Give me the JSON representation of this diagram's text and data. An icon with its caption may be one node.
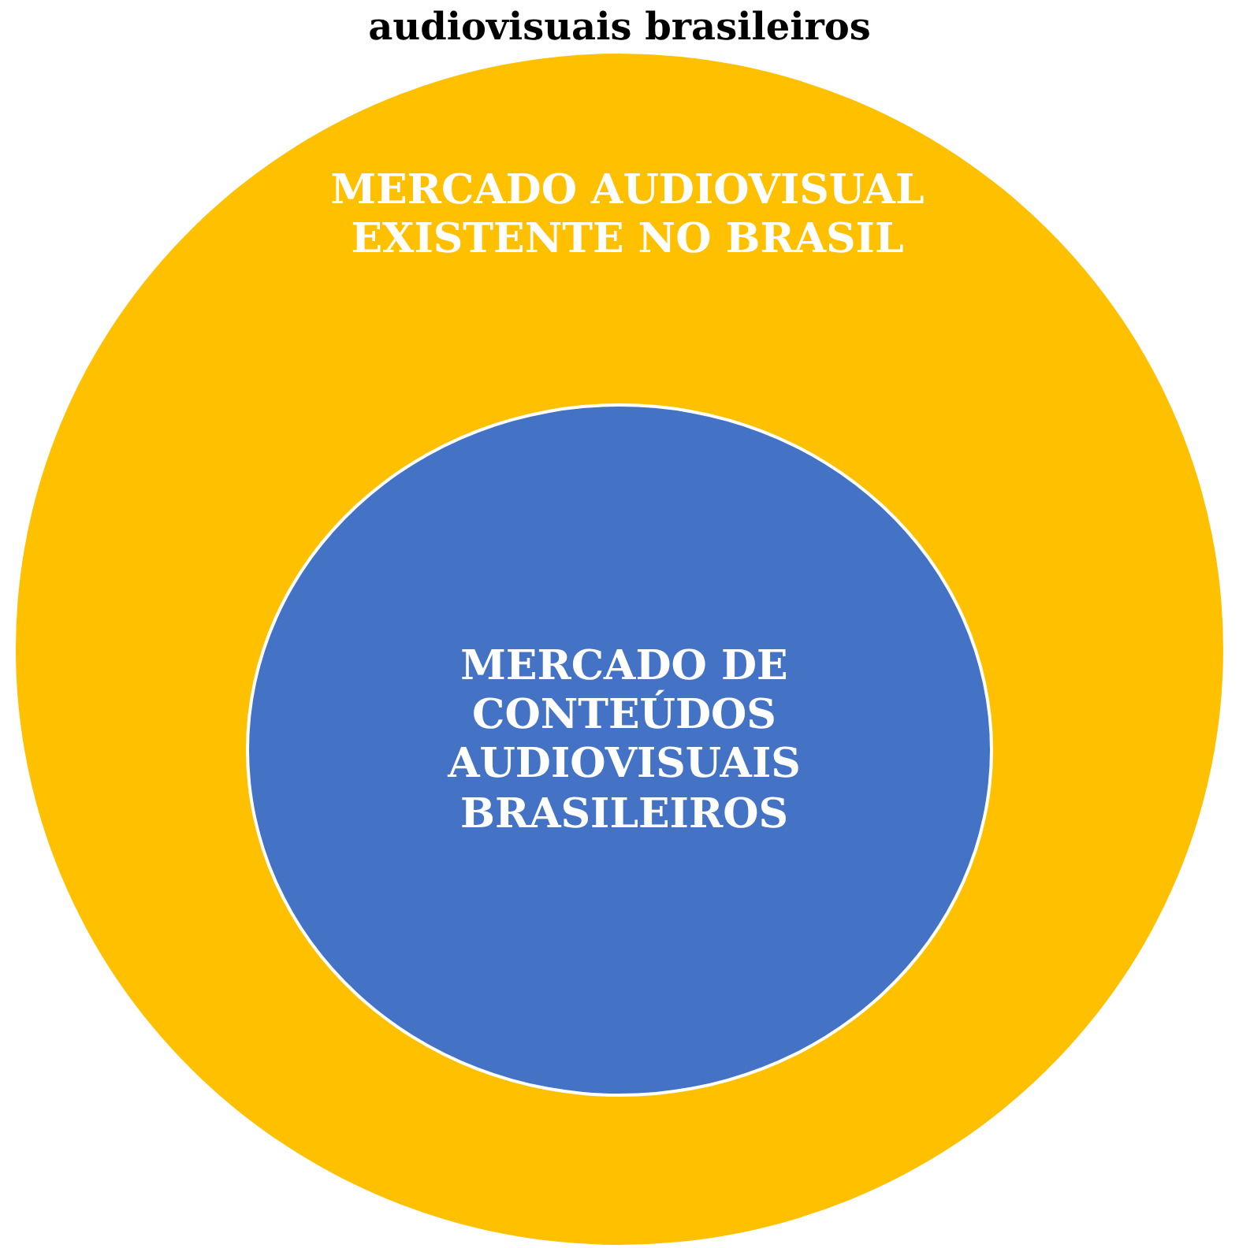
{
  "diagram": {
    "title": "audiovisuais brasileiros",
    "nodes": [
      {
        "text": [
          "MERCADO AUDIOVISUAL EXISTENTE NO BRASIL"
        ]
      },
      {
        "text": [
          "MERCADO DE CONTEÚDOS AUDIOVISUAIS BRASILEIROS"
        ],
        "in": 0
      }
    ],
    "edges": []
  }
}
